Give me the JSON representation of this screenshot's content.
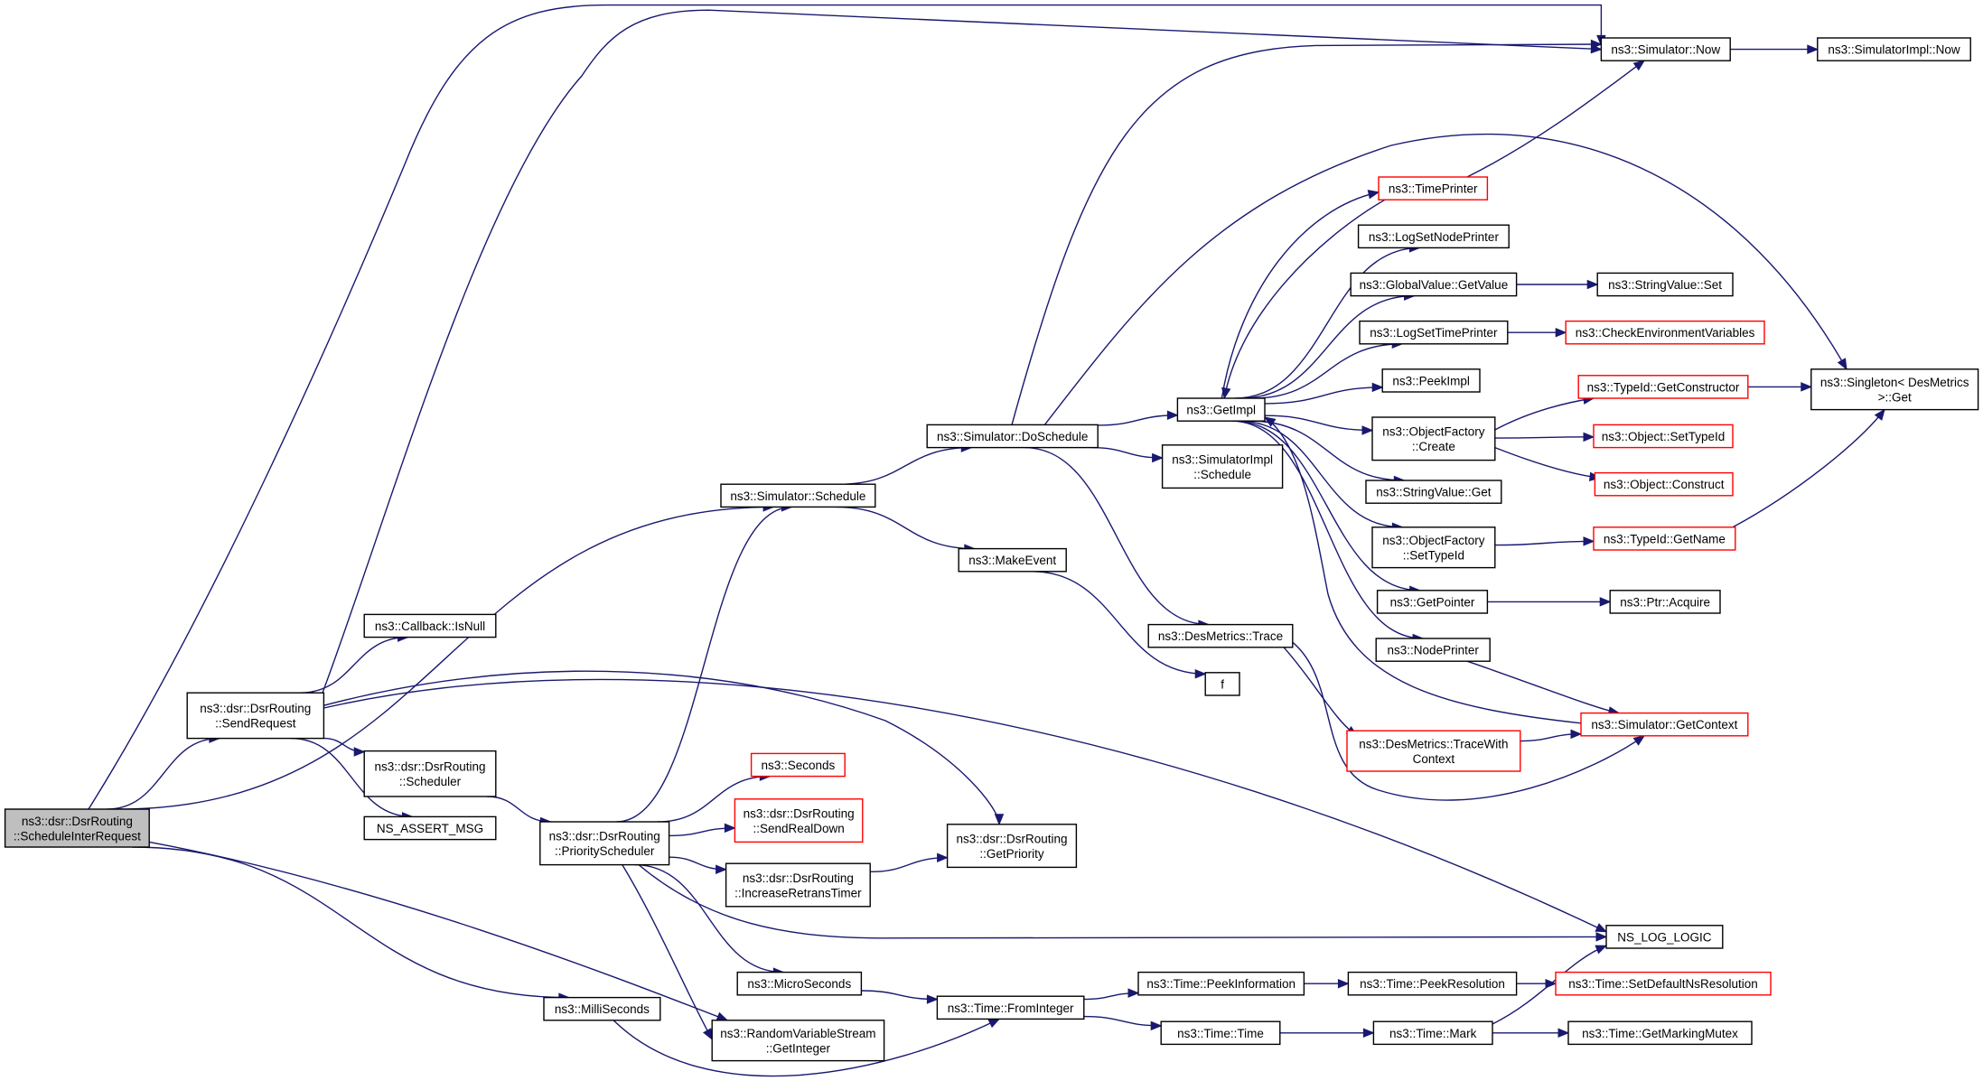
{
  "colors": {
    "edge": "#191970",
    "border_default": "#000000",
    "border_truncated": "#ff0000",
    "root_fill": "#bfbfbf",
    "node_fill": "#ffffff"
  },
  "nodes": [
    {
      "id": "root",
      "lines": [
        "ns3::dsr::DsrRouting",
        "::ScheduleInterRequest"
      ],
      "kind": "root"
    },
    {
      "id": "sendreq",
      "lines": [
        "ns3::dsr::DsrRouting",
        "::SendRequest"
      ],
      "kind": "normal"
    },
    {
      "id": "isnull",
      "lines": [
        "ns3::Callback::IsNull"
      ],
      "kind": "normal"
    },
    {
      "id": "scheduler",
      "lines": [
        "ns3::dsr::DsrRouting",
        "::Scheduler"
      ],
      "kind": "normal"
    },
    {
      "id": "assert",
      "lines": [
        "NS_ASSERT_MSG"
      ],
      "kind": "normal"
    },
    {
      "id": "millis",
      "lines": [
        "ns3::MilliSeconds"
      ],
      "kind": "normal"
    },
    {
      "id": "schedule",
      "lines": [
        "ns3::Simulator::Schedule"
      ],
      "kind": "normal"
    },
    {
      "id": "prisched",
      "lines": [
        "ns3::dsr::DsrRouting",
        "::PriorityScheduler"
      ],
      "kind": "normal"
    },
    {
      "id": "seconds",
      "lines": [
        "ns3::Seconds"
      ],
      "kind": "truncated"
    },
    {
      "id": "sendreal",
      "lines": [
        "ns3::dsr::DsrRouting",
        "::SendRealDown"
      ],
      "kind": "truncated"
    },
    {
      "id": "incretrans",
      "lines": [
        "ns3::dsr::DsrRouting",
        "::IncreaseRetransTimer"
      ],
      "kind": "normal"
    },
    {
      "id": "micros",
      "lines": [
        "ns3::MicroSeconds"
      ],
      "kind": "normal"
    },
    {
      "id": "rvs",
      "lines": [
        "ns3::RandomVariableStream",
        "::GetInteger"
      ],
      "kind": "normal"
    },
    {
      "id": "getprio",
      "lines": [
        "ns3::dsr::DsrRouting",
        "::GetPriority"
      ],
      "kind": "normal"
    },
    {
      "id": "doschedule",
      "lines": [
        "ns3::Simulator::DoSchedule"
      ],
      "kind": "normal"
    },
    {
      "id": "makeevent",
      "lines": [
        "ns3::MakeEvent"
      ],
      "kind": "normal"
    },
    {
      "id": "fromint",
      "lines": [
        "ns3::Time::FromInteger"
      ],
      "kind": "normal"
    },
    {
      "id": "getimpl",
      "lines": [
        "ns3::GetImpl"
      ],
      "kind": "normal"
    },
    {
      "id": "simimplsched",
      "lines": [
        "ns3::SimulatorImpl",
        "::Schedule"
      ],
      "kind": "normal"
    },
    {
      "id": "dmtrace",
      "lines": [
        "ns3::DesMetrics::Trace"
      ],
      "kind": "normal"
    },
    {
      "id": "f",
      "lines": [
        "f"
      ],
      "kind": "normal"
    },
    {
      "id": "peekinfo",
      "lines": [
        "ns3::Time::PeekInformation"
      ],
      "kind": "normal"
    },
    {
      "id": "timetime",
      "lines": [
        "ns3::Time::Time"
      ],
      "kind": "normal"
    },
    {
      "id": "timeprinter",
      "lines": [
        "ns3::TimePrinter"
      ],
      "kind": "truncated"
    },
    {
      "id": "lognode",
      "lines": [
        "ns3::LogSetNodePrinter"
      ],
      "kind": "normal"
    },
    {
      "id": "gvget",
      "lines": [
        "ns3::GlobalValue::GetValue"
      ],
      "kind": "normal"
    },
    {
      "id": "logtime",
      "lines": [
        "ns3::LogSetTimePrinter"
      ],
      "kind": "normal"
    },
    {
      "id": "peekimpl",
      "lines": [
        "ns3::PeekImpl"
      ],
      "kind": "normal"
    },
    {
      "id": "ofcreate",
      "lines": [
        "ns3::ObjectFactory",
        "::Create"
      ],
      "kind": "normal"
    },
    {
      "id": "svget",
      "lines": [
        "ns3::StringValue::Get"
      ],
      "kind": "normal"
    },
    {
      "id": "ofsettype",
      "lines": [
        "ns3::ObjectFactory",
        "::SetTypeId"
      ],
      "kind": "normal"
    },
    {
      "id": "getpointer",
      "lines": [
        "ns3::GetPointer"
      ],
      "kind": "normal"
    },
    {
      "id": "nodeprinter",
      "lines": [
        "ns3::NodePrinter"
      ],
      "kind": "normal"
    },
    {
      "id": "tracewith",
      "lines": [
        "ns3::DesMetrics::TraceWith",
        "Context"
      ],
      "kind": "truncated"
    },
    {
      "id": "peekres",
      "lines": [
        "ns3::Time::PeekResolution"
      ],
      "kind": "normal"
    },
    {
      "id": "mark",
      "lines": [
        "ns3::Time::Mark"
      ],
      "kind": "normal"
    },
    {
      "id": "simnow",
      "lines": [
        "ns3::Simulator::Now"
      ],
      "kind": "normal"
    },
    {
      "id": "svset",
      "lines": [
        "ns3::StringValue::Set"
      ],
      "kind": "normal"
    },
    {
      "id": "checkenv",
      "lines": [
        "ns3::CheckEnvironmentVariables"
      ],
      "kind": "truncated"
    },
    {
      "id": "getctor",
      "lines": [
        "ns3::TypeId::GetConstructor"
      ],
      "kind": "truncated"
    },
    {
      "id": "settypeid",
      "lines": [
        "ns3::Object::SetTypeId"
      ],
      "kind": "truncated"
    },
    {
      "id": "construct",
      "lines": [
        "ns3::Object::Construct"
      ],
      "kind": "truncated"
    },
    {
      "id": "getname",
      "lines": [
        "ns3::TypeId::GetName"
      ],
      "kind": "truncated"
    },
    {
      "id": "acquire",
      "lines": [
        "ns3::Ptr::Acquire"
      ],
      "kind": "normal"
    },
    {
      "id": "getctx",
      "lines": [
        "ns3::Simulator::GetContext"
      ],
      "kind": "truncated"
    },
    {
      "id": "nslog",
      "lines": [
        "NS_LOG_LOGIC"
      ],
      "kind": "normal"
    },
    {
      "id": "setdefres",
      "lines": [
        "ns3::Time::SetDefaultNsResolution"
      ],
      "kind": "truncated"
    },
    {
      "id": "markmutex",
      "lines": [
        "ns3::Time::GetMarkingMutex"
      ],
      "kind": "normal"
    },
    {
      "id": "simimplnow",
      "lines": [
        "ns3::SimulatorImpl::Now"
      ],
      "kind": "normal"
    },
    {
      "id": "singleton",
      "lines": [
        "ns3::Singleton< DesMetrics",
        ">::Get"
      ],
      "kind": "normal"
    }
  ],
  "edges": [
    [
      "root",
      "sendreq"
    ],
    [
      "root",
      "schedule"
    ],
    [
      "root",
      "simnow"
    ],
    [
      "root",
      "millis"
    ],
    [
      "root",
      "rvs"
    ],
    [
      "sendreq",
      "isnull"
    ],
    [
      "sendreq",
      "scheduler"
    ],
    [
      "sendreq",
      "assert"
    ],
    [
      "sendreq",
      "simnow"
    ],
    [
      "sendreq",
      "getprio"
    ],
    [
      "sendreq",
      "nslog"
    ],
    [
      "scheduler",
      "prisched"
    ],
    [
      "millis",
      "fromint"
    ],
    [
      "schedule",
      "doschedule"
    ],
    [
      "schedule",
      "makeevent"
    ],
    [
      "prisched",
      "schedule"
    ],
    [
      "prisched",
      "seconds"
    ],
    [
      "prisched",
      "sendreal"
    ],
    [
      "prisched",
      "incretrans"
    ],
    [
      "prisched",
      "nslog"
    ],
    [
      "prisched",
      "micros"
    ],
    [
      "prisched",
      "rvs"
    ],
    [
      "incretrans",
      "getprio"
    ],
    [
      "micros",
      "fromint"
    ],
    [
      "doschedule",
      "simnow"
    ],
    [
      "doschedule",
      "singleton"
    ],
    [
      "doschedule",
      "getimpl"
    ],
    [
      "doschedule",
      "simimplsched"
    ],
    [
      "doschedule",
      "dmtrace"
    ],
    [
      "makeevent",
      "f"
    ],
    [
      "fromint",
      "peekinfo"
    ],
    [
      "fromint",
      "timetime"
    ],
    [
      "getimpl",
      "timeprinter"
    ],
    [
      "getimpl",
      "lognode"
    ],
    [
      "getimpl",
      "gvget"
    ],
    [
      "getimpl",
      "logtime"
    ],
    [
      "getimpl",
      "peekimpl"
    ],
    [
      "getimpl",
      "ofcreate"
    ],
    [
      "getimpl",
      "svget"
    ],
    [
      "getimpl",
      "ofsettype"
    ],
    [
      "getimpl",
      "getpointer"
    ],
    [
      "getimpl",
      "nodeprinter"
    ],
    [
      "dmtrace",
      "tracewith"
    ],
    [
      "dmtrace",
      "getctx"
    ],
    [
      "timeprinter",
      "simnow"
    ],
    [
      "timeprinter",
      "getimpl"
    ],
    [
      "gvget",
      "svset"
    ],
    [
      "logtime",
      "checkenv"
    ],
    [
      "ofcreate",
      "getctor"
    ],
    [
      "ofcreate",
      "settypeid"
    ],
    [
      "ofcreate",
      "construct"
    ],
    [
      "ofsettype",
      "getname"
    ],
    [
      "getpointer",
      "acquire"
    ],
    [
      "nodeprinter",
      "getctx"
    ],
    [
      "tracewith",
      "getctx"
    ],
    [
      "getctx",
      "getimpl"
    ],
    [
      "peekinfo",
      "peekres"
    ],
    [
      "peekres",
      "setdefres"
    ],
    [
      "timetime",
      "mark"
    ],
    [
      "mark",
      "nslog"
    ],
    [
      "mark",
      "markmutex"
    ],
    [
      "simnow",
      "simimplnow"
    ],
    [
      "getctor",
      "singleton"
    ],
    [
      "getname",
      "singleton"
    ]
  ]
}
